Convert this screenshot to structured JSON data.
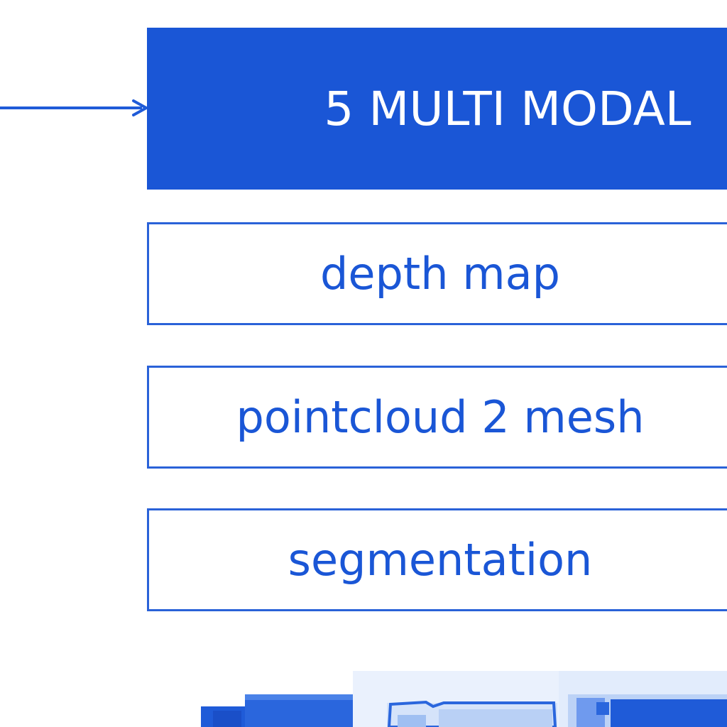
{
  "diagram": {
    "header": {
      "label": "5 MULTI MODAL",
      "color": "#1a56d6",
      "text_color": "#ffffff"
    },
    "options": [
      {
        "label": "depth map"
      },
      {
        "label": "pointcloud 2 mesh"
      },
      {
        "label": "segmentation"
      }
    ],
    "accent": "#1a56d6",
    "arrow_icon": "arrow-right-icon",
    "thumbnails": [
      "render-thumbnail-1",
      "render-thumbnail-2",
      "render-thumbnail-3"
    ]
  }
}
